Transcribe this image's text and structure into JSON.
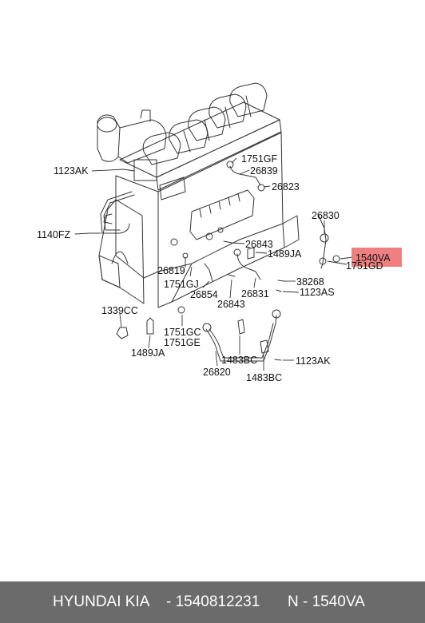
{
  "diagram": {
    "labels": {
      "l_1751GF": "1751GF",
      "l_26839": "26839",
      "l_26823": "26823",
      "l_1123AK_top": "1123AK",
      "l_1140FZ": "1140FZ",
      "l_26830": "26830",
      "l_26843_a": "26843",
      "l_1489JA_right": "1489JA",
      "l_1540VA": "1540VA",
      "l_1751GD": "1751GD",
      "l_26819": "26819",
      "l_1751GJ": "1751GJ",
      "l_26854": "26854",
      "l_26843_b": "26843",
      "l_26831": "26831",
      "l_38268": "38268",
      "l_1123AS": "1123AS",
      "l_1339CC": "1339CC",
      "l_1489JA_left": "1489JA",
      "l_1751GC": "1751GC",
      "l_1751GE": "1751GE",
      "l_1483BC_a": "1483BC",
      "l_1123AK_bottom": "1123AK",
      "l_26820": "26820",
      "l_1483BC_b": "1483BC"
    },
    "highlight_color": "#f08080"
  },
  "footer": {
    "brand": "HYUNDAI  KIA",
    "part_number": "- 1540812231",
    "code": "N - 1540VA"
  }
}
